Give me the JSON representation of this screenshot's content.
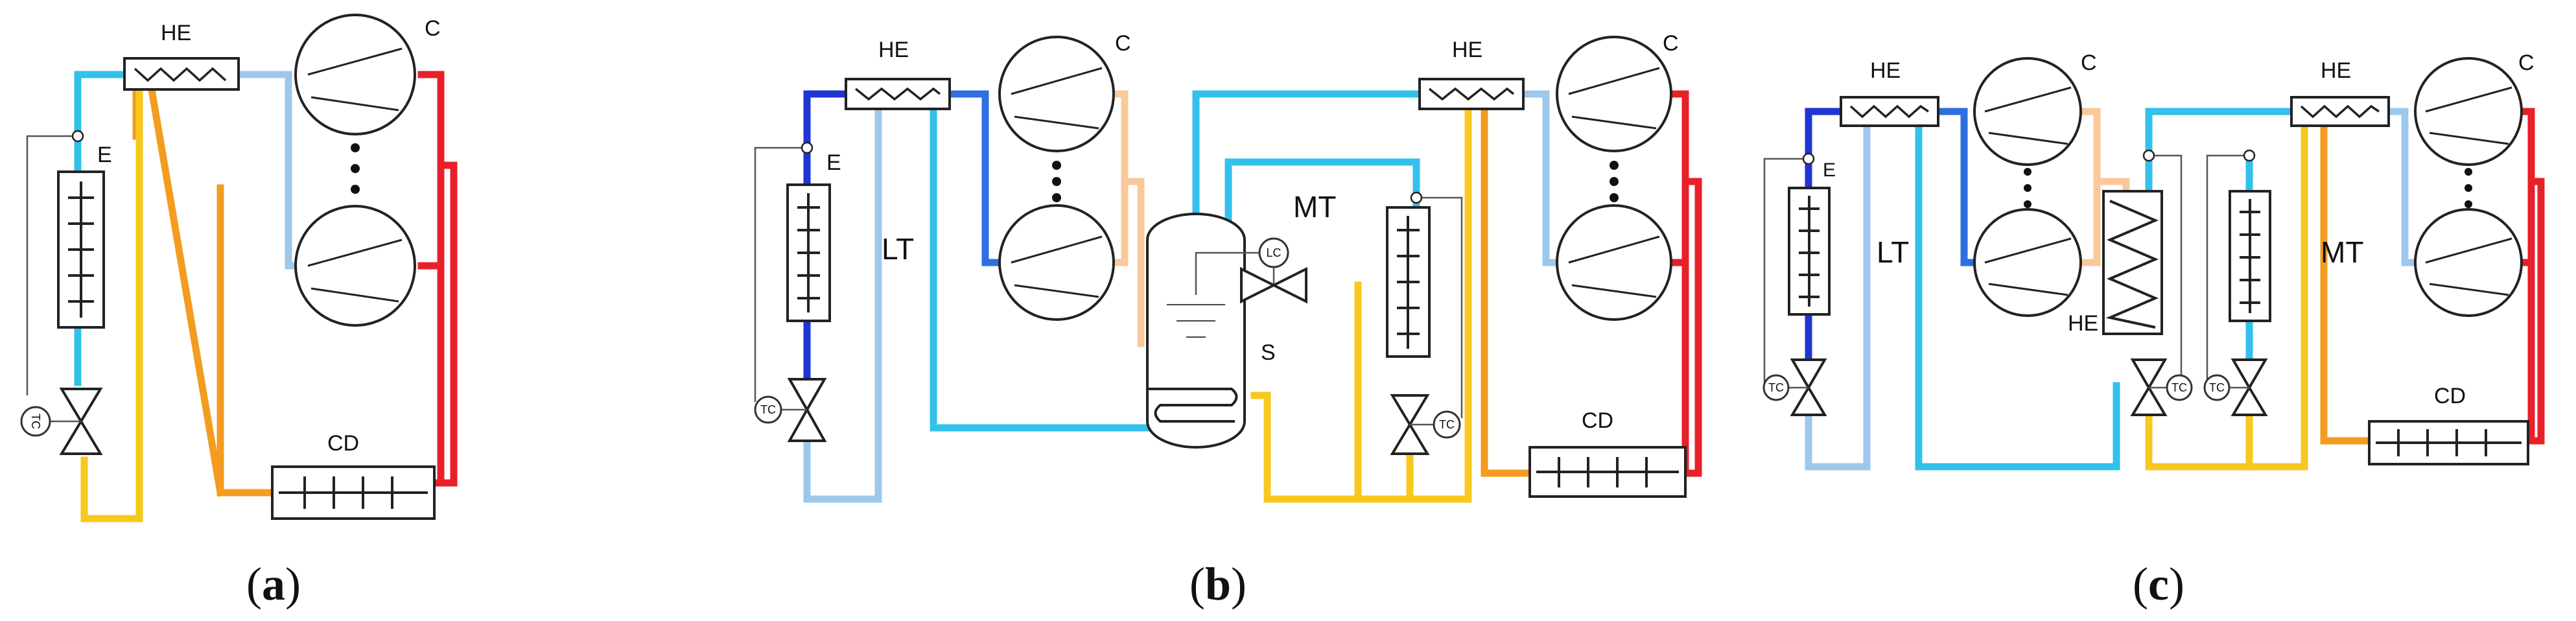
{
  "colors": {
    "red": "#e8202a",
    "orange": "#f39c1f",
    "yellow": "#f7c81e",
    "peach": "#f9c99b",
    "light_blue": "#9dc8ec",
    "cyan": "#32c1eb",
    "blue": "#2d6fe0",
    "dark_blue": "#1f35d6",
    "outline": "#222222"
  },
  "panel_a": {
    "caption_open": "(",
    "caption_letter": "a",
    "caption_close": ")",
    "he_label": "HE",
    "c_label": "C",
    "e_label": "E",
    "cd_label": "CD",
    "tc_label": "TC"
  },
  "panel_b": {
    "caption_open": "(",
    "caption_letter": "b",
    "caption_close": ")",
    "he_left_label": "HE",
    "c_left_label": "C",
    "e_label": "E",
    "lt_label": "LT",
    "tc_left_label": "TC",
    "mt_label": "MT",
    "lc_label": "LC",
    "s_label": "S",
    "he_right_label": "HE",
    "c_right_label": "C",
    "cd_label": "CD",
    "tc_right_label": "TC"
  },
  "panel_c": {
    "caption_open": "(",
    "caption_letter": "c",
    "caption_close": ")",
    "he_left_label": "HE",
    "c_left_label": "C",
    "e_left_label": "E",
    "lt_label": "LT",
    "tc_left_label": "TC",
    "he_mid_label": "HE",
    "tc_mid_label": "TC",
    "tc_right_label": "TC",
    "mt_label": "MT",
    "he_right_label": "HE",
    "c_right_label": "C",
    "cd_label": "CD"
  }
}
